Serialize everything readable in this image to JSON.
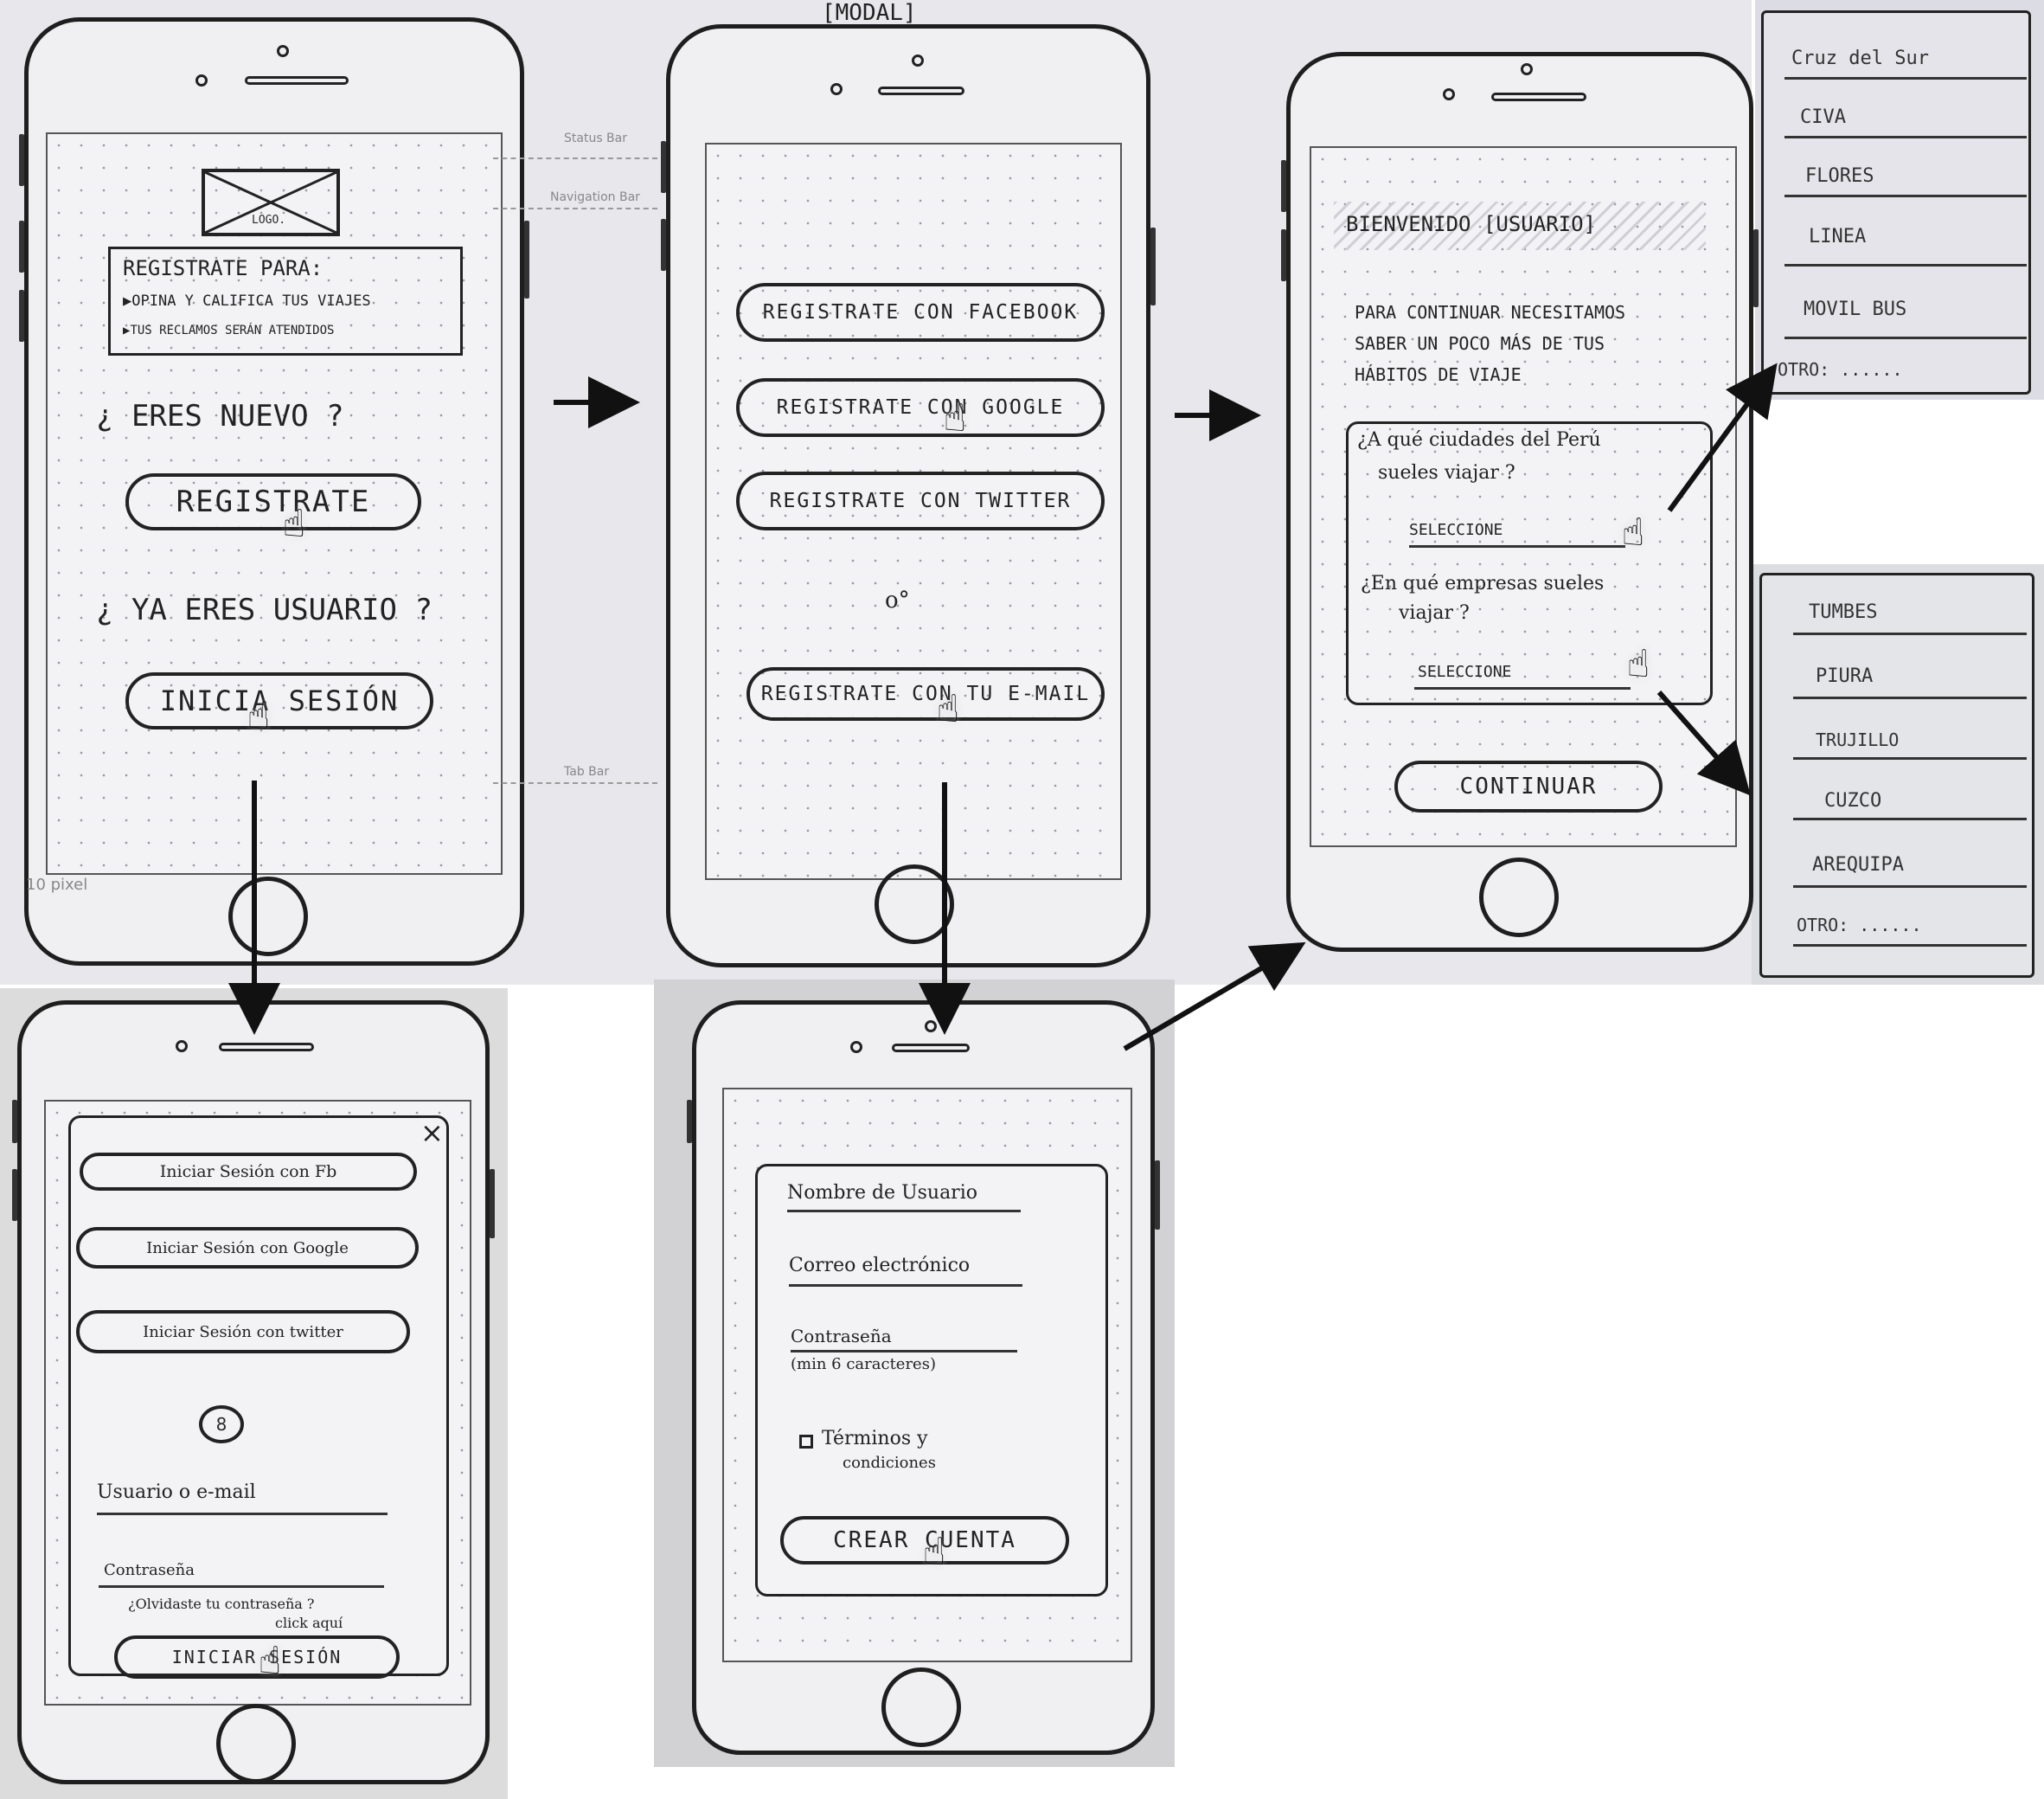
{
  "title_mark": "[MODAL]",
  "frame_labels": {
    "status_bar": "Status Bar",
    "navigation_bar": "Navigation Bar",
    "tab_bar": "Tab Bar",
    "pixel_note": "10 pixel"
  },
  "screen1": {
    "logo_label": "LOGO.",
    "promo_title": "REGISTRATE PARA:",
    "promo_items": [
      "OPINA Y CALIFICA TUS VIAJES",
      "TUS RECLAMOS SERÁN ATENDIDOS"
    ],
    "new_question": "¿ ERES NUEVO ?",
    "register_button": "REGISTRATE",
    "existing_question": "¿ YA ERES USUARIO ?",
    "login_button": "INICIA SESIÓN"
  },
  "screen2": {
    "buttons": [
      "REGISTRATE CON FACEBOOK",
      "REGISTRATE CON GOOGLE",
      "REGISTRATE CON TWITTER",
      "REGISTRATE CON TU E-MAIL"
    ],
    "spinner": "o°"
  },
  "screen3": {
    "welcome": "BIENVENIDO [USUARIO]",
    "intro": [
      "PARA CONTINUAR NECESITAMOS",
      "SABER UN POCO MÁS DE TUS",
      "HÁBITOS DE VIAJE"
    ],
    "q_cities": [
      "¿A qué ciudades del Perú",
      "sueles viajar ?"
    ],
    "select_cities": "SELECCIONE",
    "q_companies": [
      "¿En qué empresas sueles",
      "viajar ?"
    ],
    "select_companies": "SELECCIONE",
    "continue_button": "CONTINUAR"
  },
  "login_modal": {
    "close": "×",
    "buttons": [
      "Iniciar Sesión con Fb",
      "Iniciar Sesión con Google",
      "Iniciar Sesión con twitter"
    ],
    "spinner": "8",
    "user_field": "Usuario o e-mail",
    "password_field": "Contraseña",
    "forgot": [
      "¿Olvidaste tu contraseña ?",
      "click aquí"
    ],
    "submit": "INICIAR SESIÓN"
  },
  "register_form": {
    "username": "Nombre de Usuario",
    "email": "Correo electrónico",
    "password": "Contraseña",
    "password_hint": "(min 6 caracteres)",
    "terms": [
      "Términos y",
      "condiciones"
    ],
    "submit": "CREAR CUENTA"
  },
  "companies_list": {
    "items": [
      "Cruz del Sur",
      "CIVA",
      "FLORES",
      "LINEA",
      "MOVIL BUS"
    ],
    "other": "OTRO: ......"
  },
  "cities_list": {
    "items": [
      "TUMBES",
      "PIURA",
      "TRUJILLO",
      "CUZCO",
      "AREQUIPA"
    ],
    "other": "OTRO: ......"
  },
  "icons": {
    "pointer": "pointing-hand-icon",
    "close": "close-icon",
    "logo": "image-placeholder-icon",
    "bullet": "triangle-bullet-icon"
  },
  "colors": {
    "ink": "#222222",
    "paper": "#e8e7ec",
    "grid_dot": "#9a9aa5"
  }
}
